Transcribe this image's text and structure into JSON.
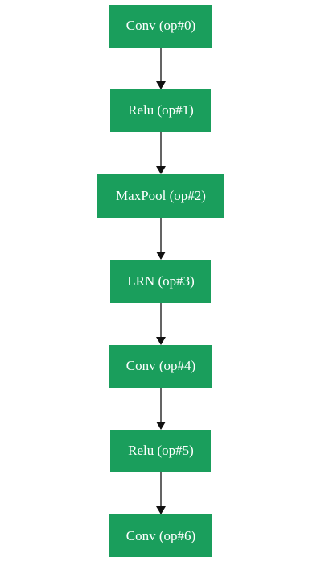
{
  "graph": {
    "node_fill": "#1a9e5c",
    "edge_color": "#111111",
    "text_color": "#ffffff",
    "nodes": [
      {
        "label": "Conv (op#0)"
      },
      {
        "label": "Relu (op#1)"
      },
      {
        "label": "MaxPool (op#2)"
      },
      {
        "label": "LRN (op#3)"
      },
      {
        "label": "Conv (op#4)"
      },
      {
        "label": "Relu (op#5)"
      },
      {
        "label": "Conv (op#6)"
      }
    ],
    "edges": [
      {
        "from": 0,
        "to": 1
      },
      {
        "from": 1,
        "to": 2
      },
      {
        "from": 2,
        "to": 3
      },
      {
        "from": 3,
        "to": 4
      },
      {
        "from": 4,
        "to": 5
      },
      {
        "from": 5,
        "to": 6
      }
    ]
  }
}
